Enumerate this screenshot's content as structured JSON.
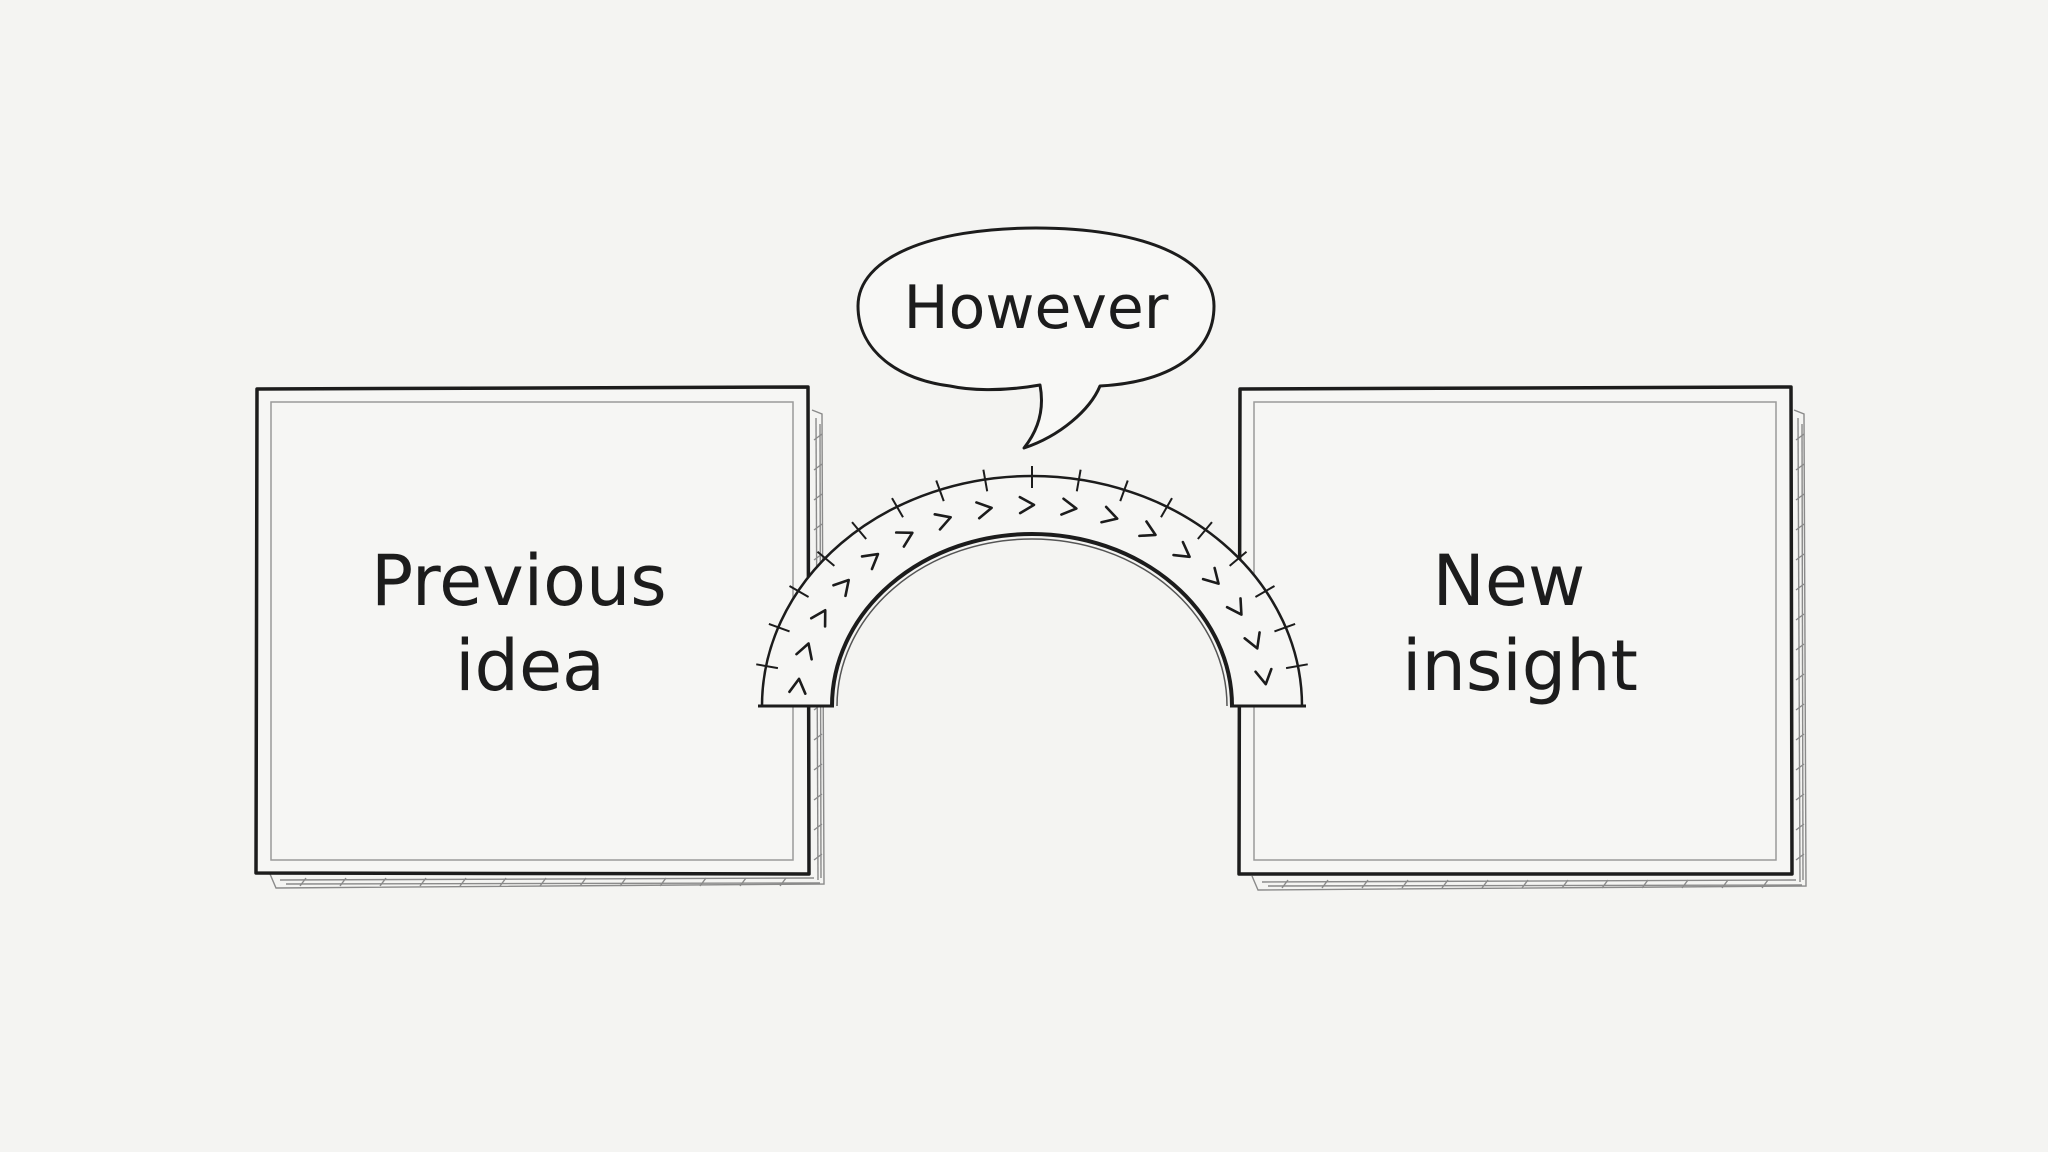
{
  "left_box": {
    "lines": [
      "Previous",
      "idea"
    ]
  },
  "right_box": {
    "lines": [
      "New",
      "insight"
    ]
  },
  "speech_bubble": {
    "text": "However"
  },
  "colors": {
    "background": "#f4f4f2",
    "ink": "#1c1c1c",
    "shadow": "#8a8a8a"
  }
}
